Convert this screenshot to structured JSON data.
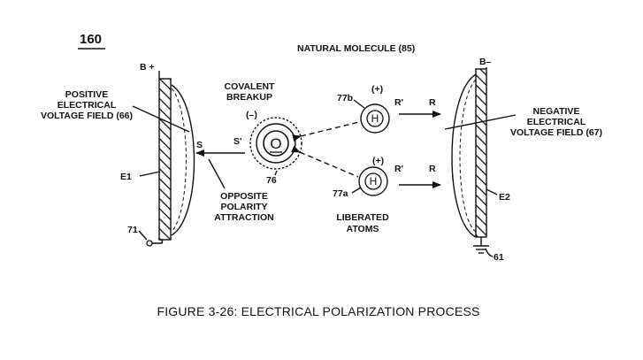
{
  "figure_number": "160",
  "title": "NATURAL MOLECULE (85)",
  "caption": "FIGURE 3-26: ELECTRICAL POLARIZATION PROCESS",
  "left_plate": {
    "terminal": "B +",
    "field_label": [
      "POSITIVE",
      "ELECTRICAL",
      "VOLTAGE FIELD (66)"
    ],
    "electrode": "E1",
    "terminal_ref": "71"
  },
  "right_plate": {
    "terminal": "B–",
    "field_label": [
      "NEGATIVE",
      "ELECTRICAL",
      "VOLTAGE FIELD (67)"
    ],
    "electrode": "E2",
    "ground_ref": "61"
  },
  "oxygen": {
    "symbol": "O",
    "charge": "(–)",
    "ref": "76"
  },
  "hydrogen_top": {
    "symbol": "H",
    "charge": "(+)",
    "ref": "77b"
  },
  "hydrogen_bottom": {
    "symbol": "H",
    "charge": "(+)",
    "ref": "77a"
  },
  "covalent_label": [
    "COVALENT",
    "BREAKUP"
  ],
  "attraction_label": [
    "OPPOSITE",
    "POLARITY",
    "ATTRACTION"
  ],
  "liberated_label": [
    "LIBERATED",
    "ATOMS"
  ],
  "arrows": {
    "s": "S",
    "s_prime": "S'",
    "r": "R",
    "r_prime": "R'"
  }
}
